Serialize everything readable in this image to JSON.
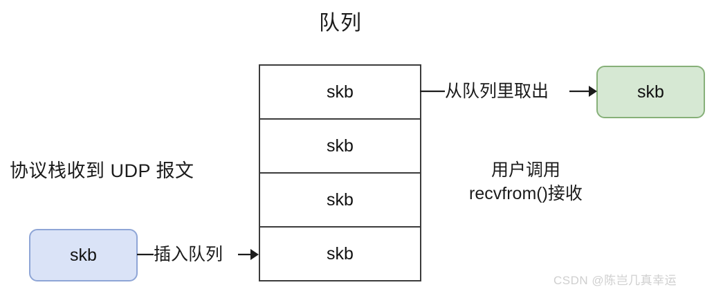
{
  "diagram": {
    "title": "队列",
    "queue": {
      "name": "skb-queue",
      "cells": [
        {
          "label": "skb"
        },
        {
          "label": "skb"
        },
        {
          "label": "skb"
        },
        {
          "label": "skb"
        }
      ]
    },
    "incoming": {
      "note": "协议栈收到 UDP 报文",
      "box_label": "skb",
      "arrow_label": "插入队列",
      "box_fill": "#dae3f7",
      "box_stroke": "#8ea5d6"
    },
    "outgoing": {
      "note_line1": "用户调用",
      "note_line2": "recvfrom()接收",
      "box_label": "skb",
      "arrow_label": "从队列里取出",
      "box_fill": "#d6e8d3",
      "box_stroke": "#86b078"
    },
    "watermark": "CSDN @陈岂几真幸运",
    "colors": {
      "stroke": "#3b3b3b",
      "text": "#1b1b1b",
      "background": "#ffffff",
      "watermark": "#cfcfcf"
    }
  }
}
